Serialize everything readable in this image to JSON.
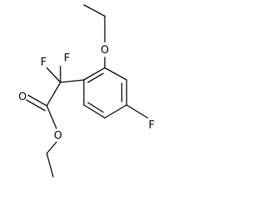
{
  "molecule": {
    "atoms": {
      "f_top": "F",
      "f_left": "F",
      "o_ether_ring": "O",
      "o_carbonyl": "O",
      "o_ester": "O",
      "f_ring": "F"
    }
  },
  "colors": {
    "bond": "#000000",
    "label": "#000000",
    "background": "#ffffff"
  }
}
